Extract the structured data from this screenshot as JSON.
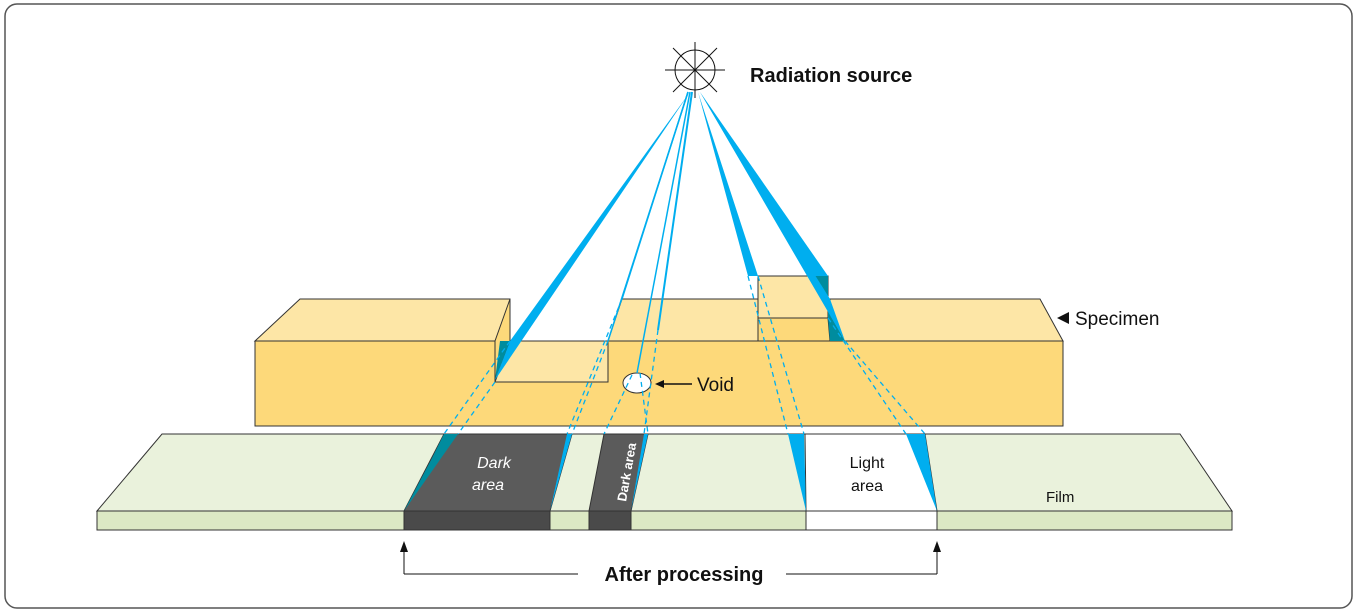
{
  "labels": {
    "radiation_source": "Radiation source",
    "specimen": "Specimen",
    "void": "Void",
    "dark_area_1_line1": "Dark",
    "dark_area_1_line2": "area",
    "dark_area_2": "Dark area",
    "light_area_line1": "Light",
    "light_area_line2": "area",
    "film": "Film",
    "after_processing": "After processing"
  },
  "colors": {
    "beam": "#00AEEF",
    "beam_dark": "#008C9E",
    "specimen_front": "#FDD97A",
    "specimen_top": "#FDE6A6",
    "film_top": "#EAF2DC",
    "film_front": "#DCE9C4",
    "dark_area": "#5B5B5B",
    "dark_area_front": "#4A4A4A",
    "light_area": "#FFFFFF",
    "frame_border": "#555555"
  }
}
